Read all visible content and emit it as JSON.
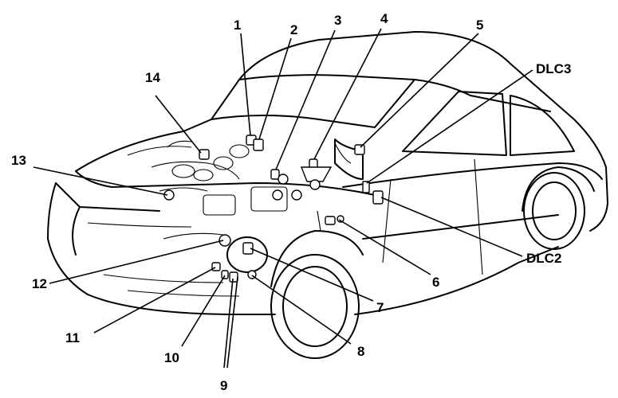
{
  "callouts": [
    {
      "id": "1",
      "label": "1"
    },
    {
      "id": "2",
      "label": "2"
    },
    {
      "id": "3",
      "label": "3"
    },
    {
      "id": "4",
      "label": "4"
    },
    {
      "id": "5",
      "label": "5"
    },
    {
      "id": "dlc3",
      "label": "DLC3"
    },
    {
      "id": "14",
      "label": "14"
    },
    {
      "id": "13",
      "label": "13"
    },
    {
      "id": "dlc2",
      "label": "DLC2"
    },
    {
      "id": "6",
      "label": "6"
    },
    {
      "id": "12",
      "label": "12"
    },
    {
      "id": "7",
      "label": "7"
    },
    {
      "id": "11",
      "label": "11"
    },
    {
      "id": "8",
      "label": "8"
    },
    {
      "id": "10",
      "label": "10"
    },
    {
      "id": "9",
      "label": "9"
    }
  ]
}
